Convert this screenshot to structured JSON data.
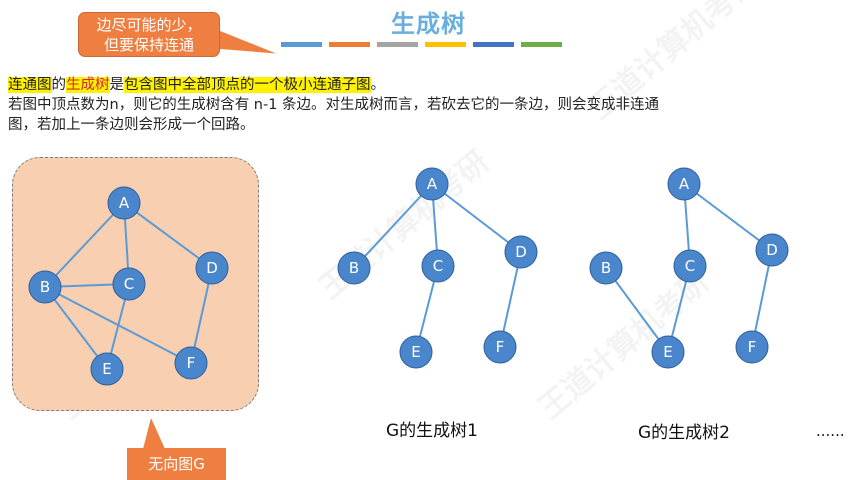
{
  "title": "生成树",
  "callout_top": {
    "line1": "边尽可能的少，",
    "line2": "但要保持连通"
  },
  "definition": {
    "part1": "连通图",
    "part2": "的",
    "part3": "生成树",
    "part4": "是",
    "part5": "包含图中全部顶点的一个极小连通子图",
    "part6": "。",
    "line2": "若图中顶点数为n，则它的生成树含有 n-1 条边。对生成树而言，若砍去它的一条边，则会变成非连通",
    "line3": "图，若加上一条边则会形成一个回路。"
  },
  "graph_label": "无向图G",
  "caption1": "G的生成树1",
  "caption2": "G的生成树2",
  "ellipsis": "......",
  "colors": {
    "bars": [
      "#5b9bd5",
      "#ed7d31",
      "#a5a5a5",
      "#ffc000",
      "#4472c4",
      "#70ad47"
    ]
  },
  "graphs": [
    {
      "name": "graph-g",
      "nodes": [
        "A",
        "B",
        "C",
        "D",
        "E",
        "F"
      ],
      "edges": [
        [
          "A",
          "B"
        ],
        [
          "A",
          "C"
        ],
        [
          "A",
          "D"
        ],
        [
          "B",
          "C"
        ],
        [
          "B",
          "E"
        ],
        [
          "B",
          "F"
        ],
        [
          "C",
          "E"
        ],
        [
          "D",
          "F"
        ]
      ]
    },
    {
      "name": "spanning-tree-1",
      "nodes": [
        "A",
        "B",
        "C",
        "D",
        "E",
        "F"
      ],
      "edges": [
        [
          "A",
          "B"
        ],
        [
          "A",
          "C"
        ],
        [
          "A",
          "D"
        ],
        [
          "C",
          "E"
        ],
        [
          "D",
          "F"
        ]
      ]
    },
    {
      "name": "spanning-tree-2",
      "nodes": [
        "A",
        "B",
        "C",
        "D",
        "E",
        "F"
      ],
      "edges": [
        [
          "A",
          "C"
        ],
        [
          "A",
          "D"
        ],
        [
          "B",
          "E"
        ],
        [
          "C",
          "E"
        ],
        [
          "D",
          "F"
        ]
      ]
    }
  ]
}
